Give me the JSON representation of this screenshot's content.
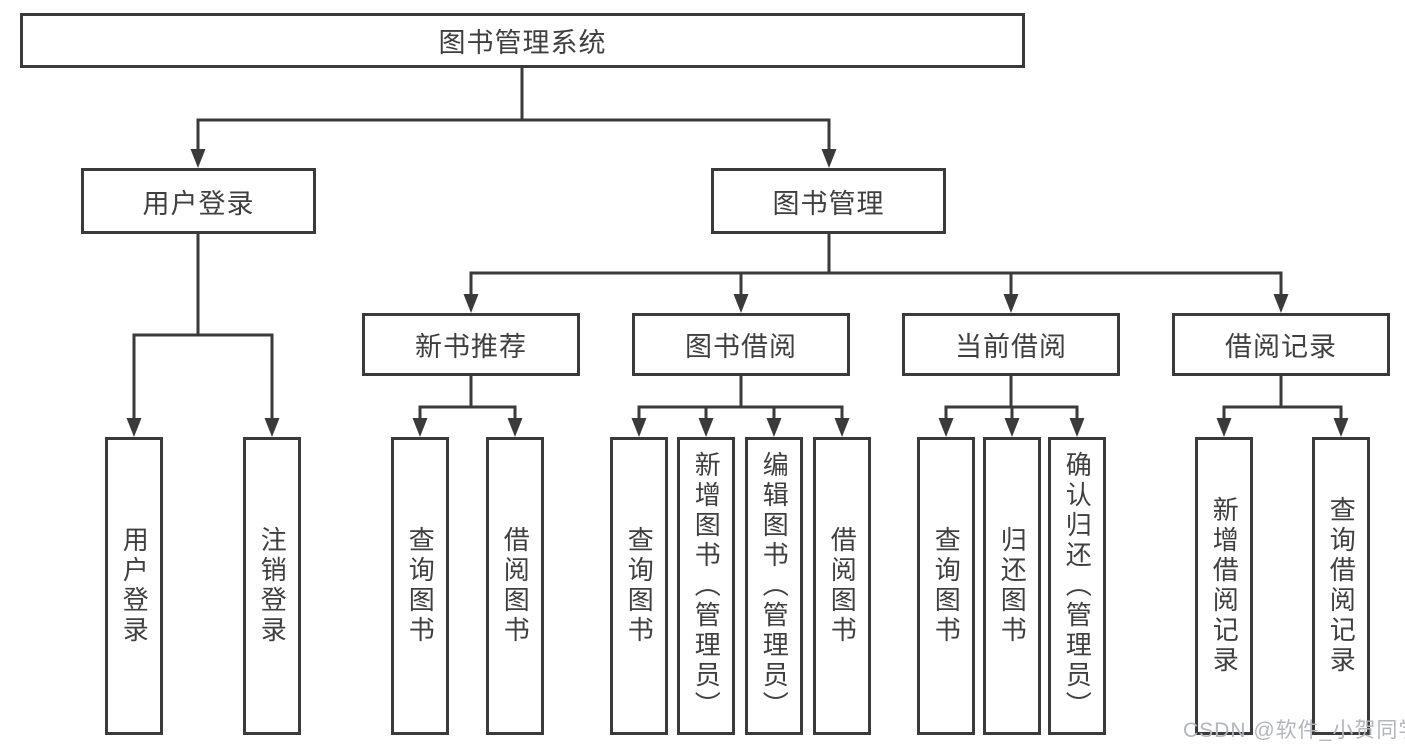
{
  "diagram": {
    "root": {
      "label": "图书管理系统"
    },
    "level2": [
      {
        "label": "用户登录"
      },
      {
        "label": "图书管理"
      }
    ],
    "level3": [
      {
        "label": "新书推荐"
      },
      {
        "label": "图书借阅"
      },
      {
        "label": "当前借阅"
      },
      {
        "label": "借阅记录"
      }
    ],
    "leaves": [
      {
        "label": "用户登录"
      },
      {
        "label": "注销登录"
      },
      {
        "label": "查询图书"
      },
      {
        "label": "借阅图书"
      },
      {
        "label": "查询图书"
      },
      {
        "label": "新增图书（管理员）"
      },
      {
        "label": "编辑图书（管理员）"
      },
      {
        "label": "借阅图书"
      },
      {
        "label": "查询图书"
      },
      {
        "label": "归还图书"
      },
      {
        "label": "确认归还（管理员）"
      },
      {
        "label": "新增借阅记录"
      },
      {
        "label": "查询借阅记录"
      }
    ],
    "watermark": "CSDN @软件_小贺同学",
    "colors": {
      "line": "#3a3a3a",
      "box_border": "#3a3a3a",
      "text": "#3f3f3f",
      "watermark": "#b3b6bc",
      "background": "#ffffff"
    }
  }
}
